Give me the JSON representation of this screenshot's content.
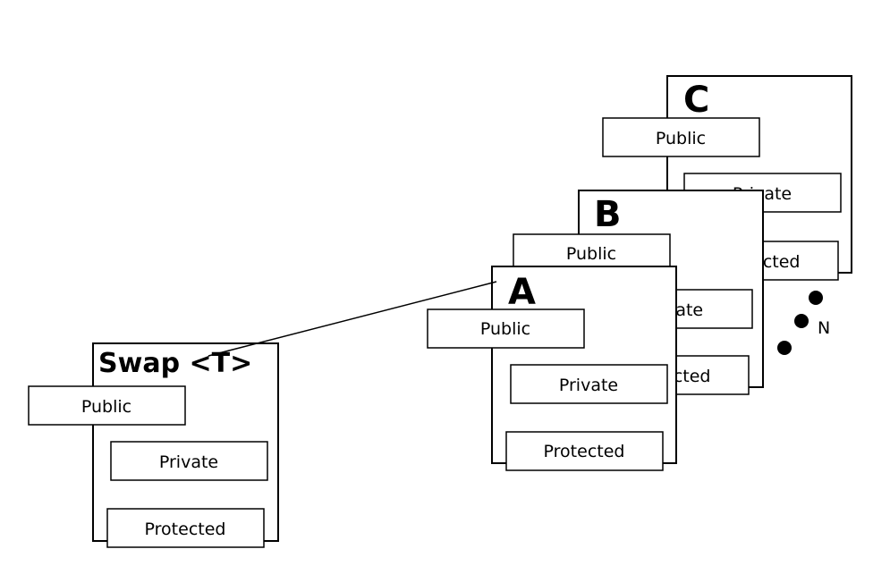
{
  "templates": [
    {
      "id": "C",
      "title": "C",
      "sections": [
        "Public",
        "Private",
        "Protected"
      ]
    },
    {
      "id": "B",
      "title": "B",
      "sections": [
        "Public",
        "Private",
        "Protected"
      ]
    },
    {
      "id": "A",
      "title": "A",
      "sections": [
        "Public",
        "Private",
        "Protected"
      ]
    },
    {
      "id": "swap",
      "title": "Swap <T>",
      "sections": [
        "Public",
        "Private",
        "Protected"
      ]
    }
  ],
  "continuation_label": "N"
}
